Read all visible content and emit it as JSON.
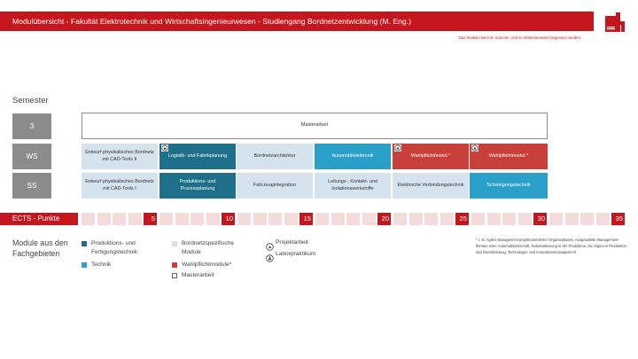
{
  "header": {
    "title": "Modulübersicht - Fakultät Elektrotechnik und Wirtschaftsingenieurwesen - Studiengang Bordnetzentwicklung (M. Eng.)",
    "subnote": "Das Studium kann im Sommer- und im Wintersemester begonnen werden.",
    "brand_color": "#c4161c"
  },
  "semester": {
    "title": "Semester",
    "rows": [
      "3",
      "WS",
      "SS"
    ]
  },
  "modules": {
    "row3": {
      "master": "Masterarbeit"
    },
    "ws": [
      "Entwurf physikalisches Bordnetz mit CAD-Tools II",
      "Logistik- und Fabrikplanung",
      "Bordnetzarchitektur",
      "Automobilelektronik",
      "Wahlpflichtmodul *",
      "Wahlpflichtmodul *"
    ],
    "ss": [
      "Entwurf physikalisches Bordnetz mit CAD-Tools I",
      "Produktions- und Prozessplanung",
      "Fahrzeugintegration",
      "Leitungs-, Kontakt- und Isolationswerkstoffe",
      "Elektrische Verbindungstechnik",
      "Schwingungstechnik"
    ]
  },
  "ects": {
    "label": "ECTS - Punkte",
    "marks": [
      "5",
      "10",
      "15",
      "20",
      "25",
      "30",
      "35"
    ]
  },
  "legend": {
    "title_line1": "Module aus den",
    "title_line2": "Fachgebieten",
    "prod_line1": "Produktions- und",
    "prod_line2": "Fertigungstechnik",
    "technik": "Technik",
    "bord_line1": "Bordnetzspezifische",
    "bord_line2": "Module",
    "wahl": "Wahlpflichtmodule*",
    "master": "Masterarbeit",
    "projekt": "Projektarbeit",
    "labor": "Laborpraktikum"
  },
  "footnote": "* z. B. Agiles Management projektorientierter Organisationen, Ausgewählte Management-themen einer Automobilwirtschaft, Rationalisierung in der Produktion, Six Sigma in Produktion und Dienstleistung, Technologie- und Innovationsmanagement",
  "colors": {
    "light": "#d4e3ee",
    "dark": "#1e6f8a",
    "technik": "#2a9fc8",
    "wahl": "#c9403b",
    "semester_grey": "#8c8c8c",
    "ects_light": "#f4dcdc"
  },
  "icons": {
    "project": "project-work-icon",
    "lab": "lab-practical-icon"
  }
}
